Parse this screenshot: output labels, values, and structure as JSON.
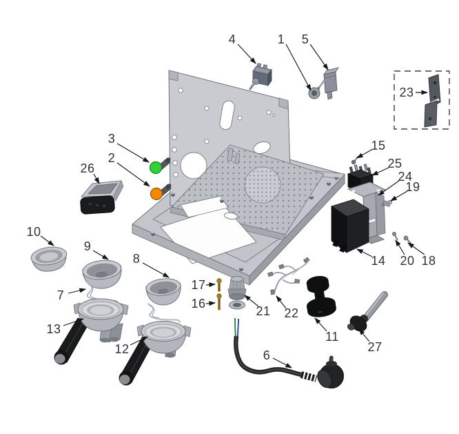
{
  "diagram": {
    "type": "exploded-parts-diagram",
    "subject": "espresso-machine-chassis-assembly",
    "background": "#ffffff",
    "label_color": "#2e3038",
    "colors": {
      "chassis_gray": "#c9cbd0",
      "chassis_edge": "#6e727a",
      "dark_part": "#141517",
      "green_lamp": "#32d136",
      "orange_lamp": "#f18a00",
      "brass_screw": "#a5831f",
      "wire_green": "#2f8a24",
      "wire_blue": "#2a46c8",
      "leader_line": "#17181a"
    },
    "parts": [
      {
        "num": "1",
        "name": "switch-mounting-nut"
      },
      {
        "num": "2",
        "name": "indicator-lamp-orange"
      },
      {
        "num": "3",
        "name": "indicator-lamp-green"
      },
      {
        "num": "4",
        "name": "toggle-switch"
      },
      {
        "num": "5",
        "name": "micro-switch"
      },
      {
        "num": "6",
        "name": "power-cord-with-plug"
      },
      {
        "num": "7",
        "name": "basket-spring-clip"
      },
      {
        "num": "8",
        "name": "filter-basket-small"
      },
      {
        "num": "9",
        "name": "filter-basket-large"
      },
      {
        "num": "10",
        "name": "blind-filter-basket"
      },
      {
        "num": "11",
        "name": "tamper"
      },
      {
        "num": "12",
        "name": "portafilter-single"
      },
      {
        "num": "13",
        "name": "portafilter-double"
      },
      {
        "num": "14",
        "name": "control-box"
      },
      {
        "num": "15",
        "name": "screw-15"
      },
      {
        "num": "16",
        "name": "brass-screw-long"
      },
      {
        "num": "17",
        "name": "brass-screw-short"
      },
      {
        "num": "18",
        "name": "screw-18"
      },
      {
        "num": "19",
        "name": "stud-19"
      },
      {
        "num": "20",
        "name": "screw-20"
      },
      {
        "num": "21",
        "name": "cable-gland"
      },
      {
        "num": "22",
        "name": "wiring-harness"
      },
      {
        "num": "23",
        "name": "bracket-callout"
      },
      {
        "num": "24",
        "name": "mounting-bracket"
      },
      {
        "num": "25",
        "name": "terminal-block"
      },
      {
        "num": "26",
        "name": "power-inlet-module"
      },
      {
        "num": "27",
        "name": "service-tool"
      }
    ]
  }
}
